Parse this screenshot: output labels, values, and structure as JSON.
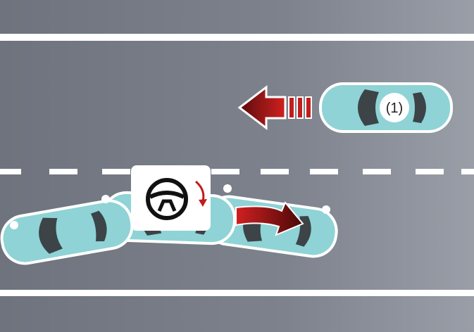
{
  "vehicle_label": "(1)",
  "icons": [
    "steering-wheel-icon",
    "rotation-arrow-icon",
    "direction-arrow-left",
    "direction-arrow-right",
    "collision-spark"
  ],
  "colors": {
    "road": "#7d828d",
    "lane_line": "#ffffff",
    "car_body": "#8fd3d6",
    "car_glass": "#3c4448",
    "arrow_red": "#a01a1a"
  }
}
